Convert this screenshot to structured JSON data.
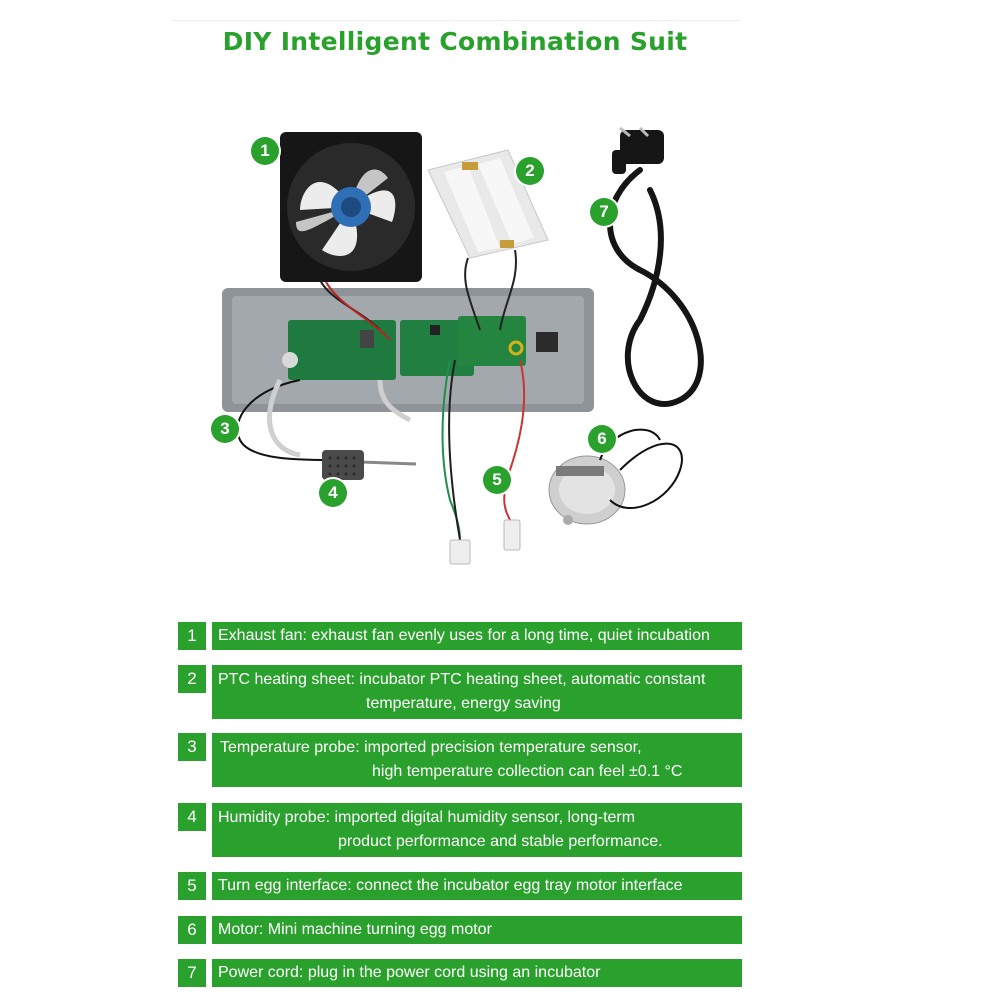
{
  "page": {
    "title": "DIY Intelligent Combination Suit"
  },
  "badges": [
    "1",
    "2",
    "3",
    "4",
    "5",
    "6",
    "7"
  ],
  "items": [
    {
      "num": "1",
      "line1": "Exhaust fan: exhaust fan evenly uses for a long time, quiet incubation",
      "line2": ""
    },
    {
      "num": "2",
      "line1": "PTC heating sheet: incubator PTC heating sheet, automatic constant",
      "line2": "temperature, energy saving"
    },
    {
      "num": "3",
      "line1": "Temperature probe: imported precision temperature sensor,",
      "line2": "high temperature collection can feel ±0.1 °C"
    },
    {
      "num": "4",
      "line1": "Humidity probe: imported digital humidity sensor, long-term",
      "line2": "product performance and stable performance."
    },
    {
      "num": "5",
      "line1": "Turn egg interface: connect the incubator egg tray motor interface",
      "line2": ""
    },
    {
      "num": "6",
      "line1": "Motor: Mini machine turning egg motor",
      "line2": ""
    },
    {
      "num": "7",
      "line1": "Power cord: plug in the power cord using an incubator",
      "line2": ""
    }
  ],
  "colors": {
    "accent": "#2aa12d",
    "text_on_accent": "#ffffff"
  }
}
